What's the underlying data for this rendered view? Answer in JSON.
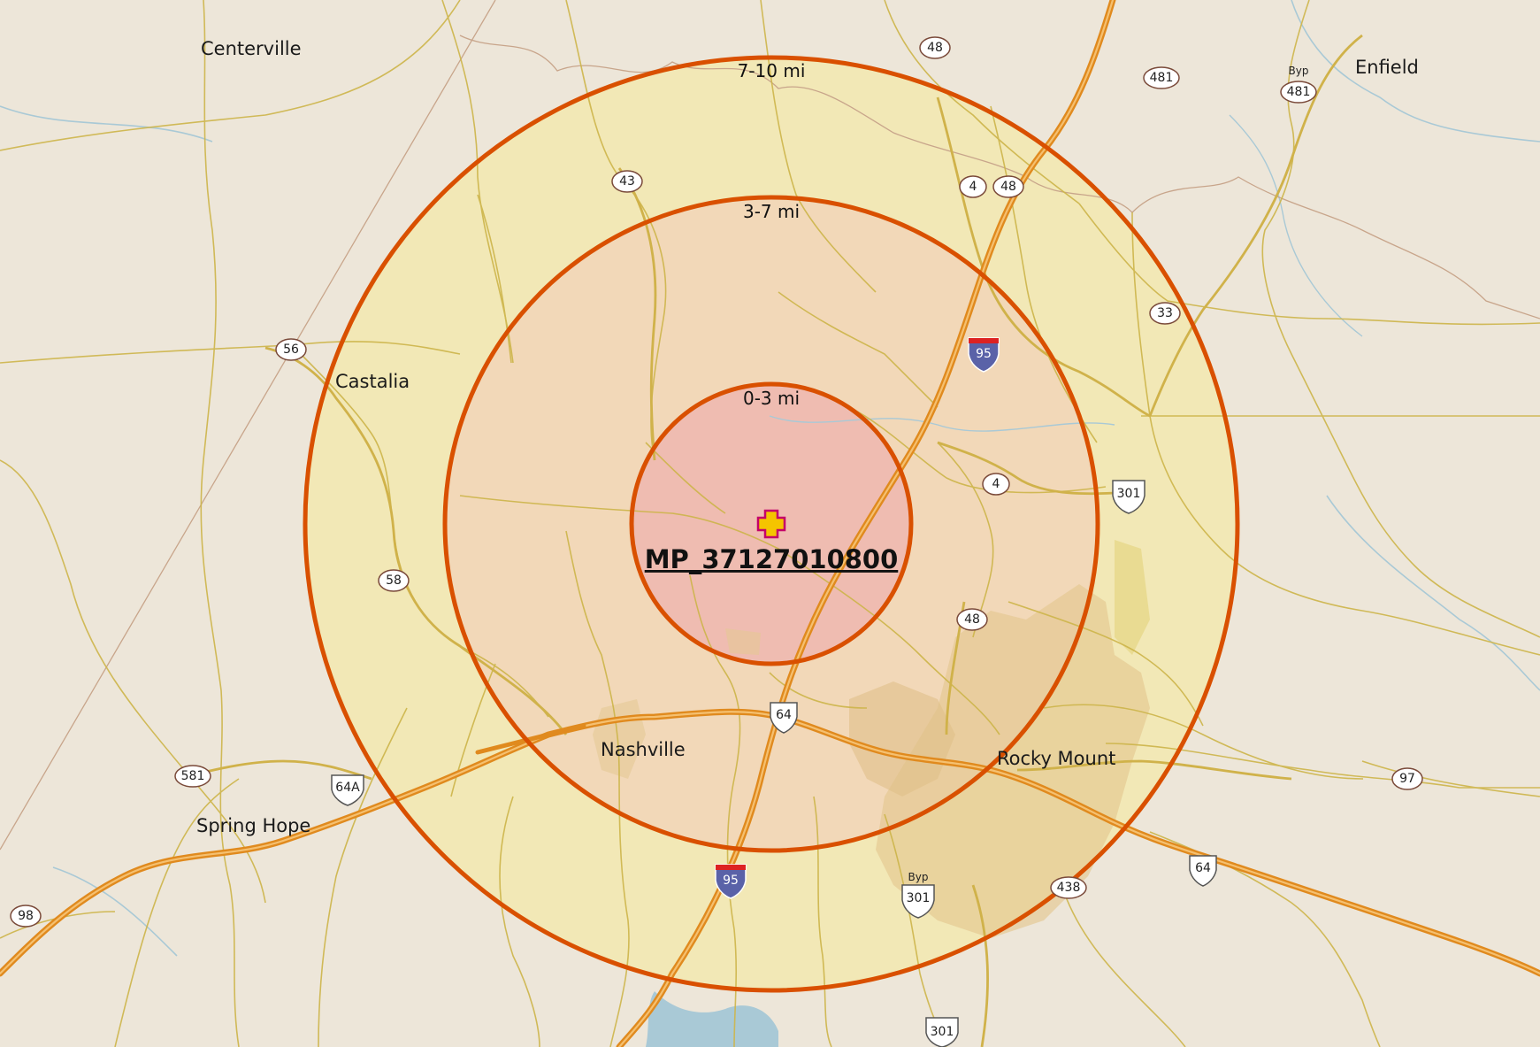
{
  "map": {
    "site_label": "MP_37127010800",
    "rings": [
      {
        "label": "0-3 mi",
        "color": "#d9e0000",
        "fill": "#eebbb0"
      },
      {
        "label": "3-7 mi",
        "color": "#d95000",
        "fill": "#f1d7b8"
      },
      {
        "label": "7-10 mi",
        "color": "#d95000",
        "fill": "#f2e8b4"
      }
    ],
    "places": {
      "centerville": "Centerville",
      "enfield": "Enfield",
      "castalia": "Castalia",
      "nashville": "Nashville",
      "rocky_mount": "Rocky Mount",
      "spring_hope": "Spring Hope"
    },
    "route_shields": {
      "r48_top": "48",
      "r481_a": "481",
      "r481_b": "481",
      "byp_top": "Byp",
      "r43": "43",
      "r4_top": "4",
      "r48_b": "48",
      "r33": "33",
      "i95_top": "95",
      "r56": "56",
      "r4_mid": "4",
      "us301_mid": "301",
      "r58": "58",
      "r48_c": "48",
      "us64_mid": "64",
      "r581": "581",
      "us64a": "64A",
      "r97": "97",
      "us64_right": "64",
      "i95_bottom": "95",
      "byp_bottom": "Byp",
      "us301_bottom": "301",
      "r438": "438",
      "r98": "98",
      "us301_lowest": "301"
    },
    "colors": {
      "background": "#ede6d9",
      "ring_stroke": "#d95000",
      "interstate": "#e08a1e",
      "road": "#cdb54a",
      "water": "#a9c9d6",
      "site_marker": "#f5c400"
    }
  }
}
